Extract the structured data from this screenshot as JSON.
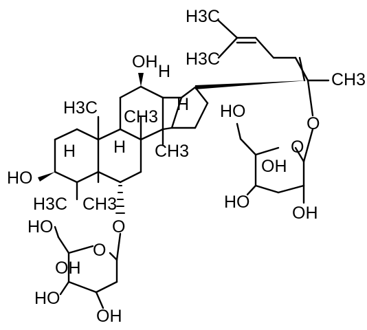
{
  "diagram": {
    "labels": {
      "h3c_top": "H3C",
      "h3c_mid": "H3C",
      "ch3_side": "CH3",
      "oh_12": "OH",
      "h_17": "H",
      "h_14": "H",
      "o_glyc1": "O",
      "ho_6p1": "HO",
      "o_ring1": "O",
      "oh_r1_3": "OH",
      "ho_r1_4": "HO",
      "oh_r1_2": "OH",
      "h3c_c10": "H3C",
      "ch3_c8": "CH3",
      "ch3_c14": "CH3",
      "h_9": "H",
      "h_5": "H",
      "ho_3": "HO",
      "h3c_c4": "H3C",
      "ch3_c4": "CH3",
      "o_glyc2": "O",
      "ho_6p2": "HO",
      "o_ring2": "O",
      "oh_r2_3": "OH",
      "ho_r2_4": "HO",
      "oh_r2_2": "OH"
    }
  }
}
